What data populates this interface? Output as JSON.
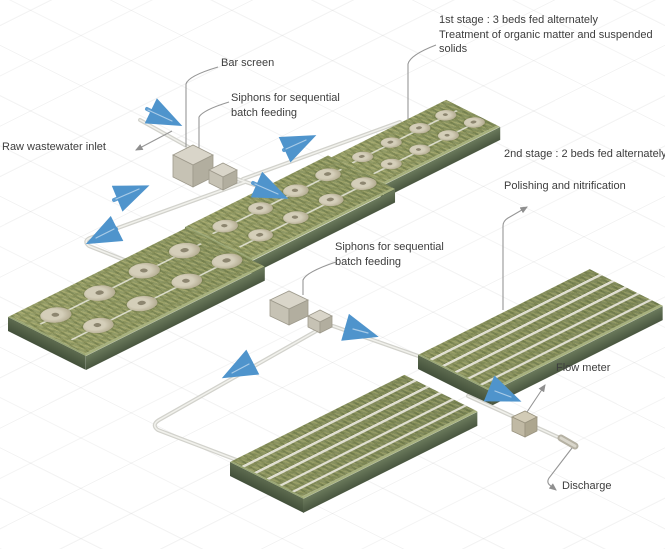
{
  "diagram": {
    "type": "constructed-wetland-treatment-scheme",
    "labels": {
      "raw_inlet": "Raw wastewater inlet",
      "bar_screen": "Bar screen",
      "siphons_stage1": "Siphons for sequential batch feeding",
      "stage1_title": "1st stage : 3 beds fed alternately",
      "stage1_desc": "Treatment of organic matter and suspended solids",
      "stage2_title": "2nd stage : 2 beds fed alternately",
      "stage2_desc": "Polishing and nitrification",
      "siphons_stage2": "Siphons for sequential batch feeding",
      "flow_meter": "Flow meter",
      "discharge": "Discharge"
    },
    "icons": {
      "flow_arrow": "blue directional arrow",
      "leader_arrow": "thin gray pointer"
    },
    "colors": {
      "flow_arrow": "#5b9bd5",
      "vegetation": "#8f9865",
      "bed_base": "#5c6a52",
      "pipe": "#d4d4cf",
      "equipment_box": "#cdc8ba",
      "label_text": "#3d3d3d",
      "background": "#ffffff"
    }
  }
}
